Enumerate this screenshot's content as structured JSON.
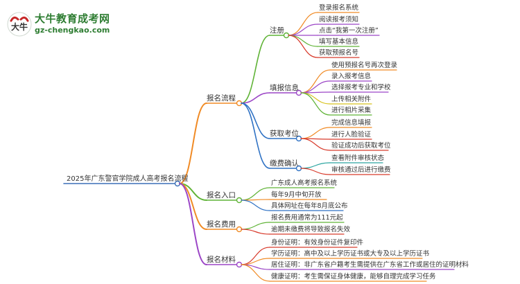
{
  "logo": {
    "title": "大牛教育成考网",
    "url": "gz-chengkao.com",
    "mark_text": "大牛"
  },
  "root": "2025年广东警官学院成人高考报名流程",
  "colors": {
    "orange": "#f08a24",
    "green": "#5fb336",
    "blue": "#2f72c4",
    "red": "#d83a2b",
    "purple": "#9b45c6",
    "yellow": "#d8c21c",
    "teal": "#2aa5a0",
    "root_line": "#3a6fb7"
  },
  "branches": [
    {
      "label": "报名流程",
      "children": [
        {
          "label": "注册",
          "leaves": [
            "登录报名系统",
            "阅读报考须知",
            "点击“我第一次注册”",
            "填写基本信息",
            "获取预报名号"
          ]
        },
        {
          "label": "填报信息",
          "leaves": [
            "使用预报名号再次登录",
            "录入报考信息",
            "选择报考专业和学校",
            "上传相关附件",
            "进行相片采集"
          ]
        },
        {
          "label": "获取考位",
          "leaves": [
            "完成信息填报",
            "进行人脸验证",
            "验证成功后获取考位"
          ]
        },
        {
          "label": "缴费确认",
          "leaves": [
            "查看附件审核状态",
            "审核通过后进行缴费"
          ]
        }
      ]
    },
    {
      "label": "报名入口",
      "leaves": [
        "广东成人高考报名系统",
        "每年9月中旬开放",
        "具体网址在每年8月底公布"
      ]
    },
    {
      "label": "报名费用",
      "leaves": [
        "报名费用通常为111元起",
        "逾期未缴费将导致报名失效"
      ]
    },
    {
      "label": "报名材料",
      "leaves": [
        "身份证明：有效身份证件复印件",
        "学历证明：高中及以上学历证书或大专及以上学历证书",
        "居住证明：非广东省户籍考生需提供在广东省工作或居住的证明材料",
        "健康证明：考生需保证身体健康，能够自理完成学习任务"
      ]
    }
  ]
}
